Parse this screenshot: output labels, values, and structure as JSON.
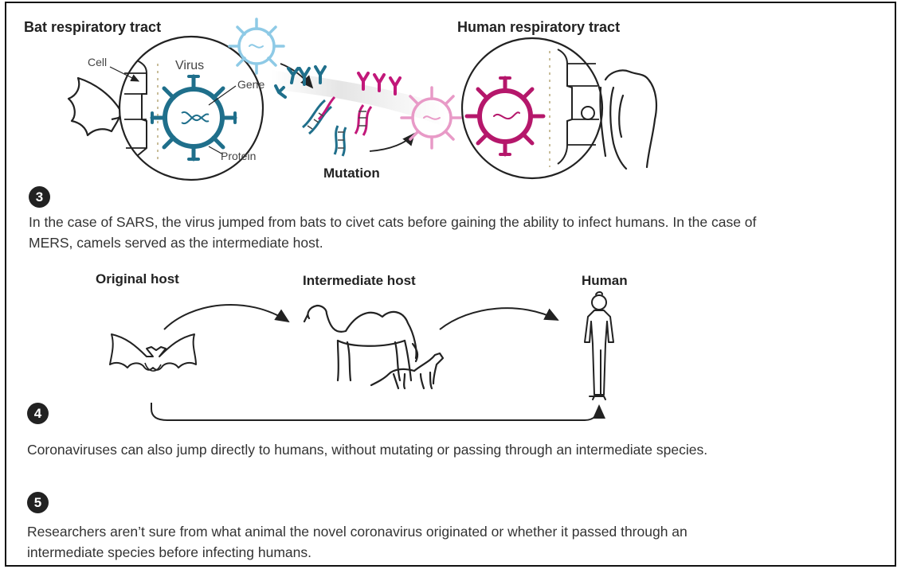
{
  "top_diagram": {
    "bat_tract_title": "Bat respiratory tract",
    "human_tract_title": "Human respiratory tract",
    "labels": {
      "cell": "Cell",
      "virus": "Virus",
      "gene": "Gene",
      "protein": "Protein",
      "mutation": "Mutation"
    }
  },
  "steps": [
    {
      "number": "3",
      "text": "In the case of SARS, the virus jumped from bats to civet cats before gaining the ability to infect humans. In the case of MERS, camels served as the intermediate host."
    },
    {
      "number": "4",
      "text": "Coronaviruses can also jump directly to humans, without mutating or passing through an intermediate species."
    },
    {
      "number": "5",
      "text": "Researchers aren’t sure from what animal the novel coronavirus originated or whether it passed through an intermediate species before infecting humans."
    }
  ],
  "hosts": {
    "original": "Original host",
    "intermediate": "Intermediate host",
    "human": "Human"
  },
  "colors": {
    "virus_blue": "#1f6f8b",
    "virus_light_blue": "#8ecae6",
    "virus_magenta": "#b5176b",
    "virus_pink": "#e89ac7",
    "antibody_magenta": "#c2187a",
    "outline": "#222222"
  }
}
